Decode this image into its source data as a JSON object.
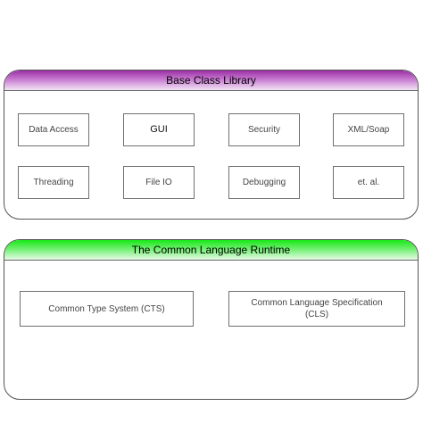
{
  "base_class_library": {
    "title": "Base Class Library",
    "components": [
      "Data Access",
      "GUI",
      "Security",
      "XML/Soap",
      "Threading",
      "File IO",
      "Debugging",
      "et. al."
    ]
  },
  "clr": {
    "title": "The Common Language Runtime",
    "components": [
      "Common Type System (CTS)",
      "Common Language Specification (CLS)"
    ]
  }
}
